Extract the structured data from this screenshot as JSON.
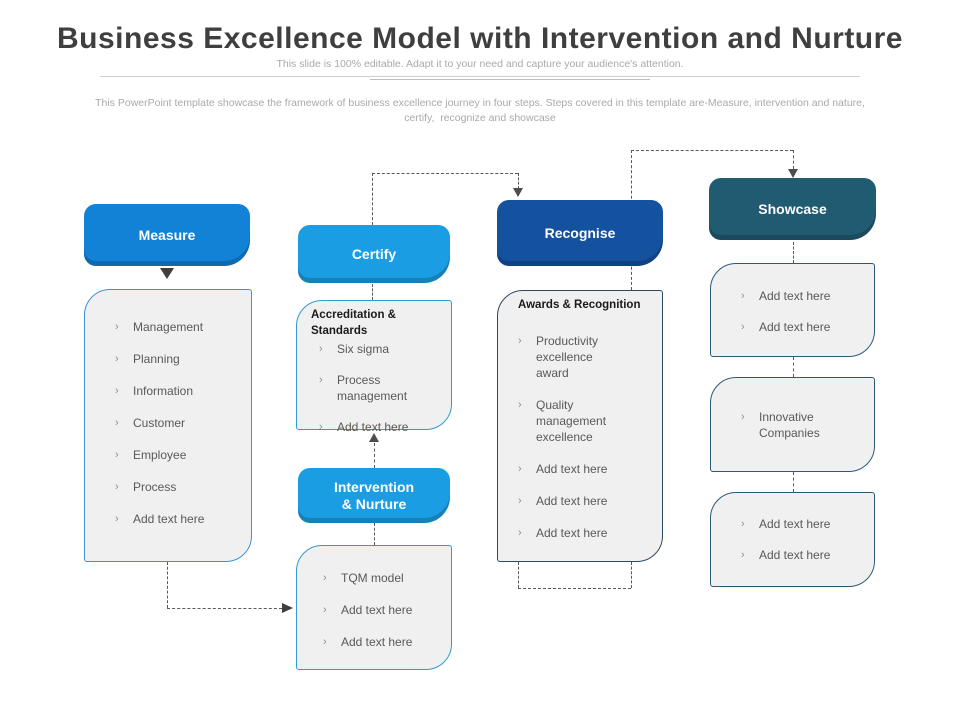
{
  "slide": {
    "title": "Business Excellence Model with Intervention and Nurture",
    "subtitle": "This slide is 100% editable. Adapt it to your need and capture your audience's attention.",
    "description_line1": "This PowerPoint template showcase the framework of business excellence journey in four steps. Steps covered in this template are-Measure, intervention and nature,",
    "description_line2": "certify,  recognize and showcase"
  },
  "bullet_char": "›",
  "colors": {
    "measure_header": "#1282D6",
    "certify_header": "#1B9DE4",
    "intervention_header": "#1B9DE4",
    "recognise_header": "#14519E",
    "showcase_header": "#215B72",
    "box_background": "#F0F0F1",
    "measure_box_border": "#3B93CF",
    "certify_box_border": "#2F9AD4",
    "awards_box_border": "#2E4A62",
    "showcase_box_border": "#2C5A74",
    "dashed_connector": "#595959",
    "title_text": "#3F3F3F",
    "muted_text": "#A9A9A9",
    "item_text": "#595959"
  },
  "measure": {
    "header": "Measure",
    "items": [
      "Management",
      "Planning",
      "Information",
      "Customer",
      "Employee",
      "Process",
      "Add text here"
    ]
  },
  "certify": {
    "header": "Certify",
    "box_title": "Accreditation & Standards",
    "items": [
      "Six sigma",
      "Process management",
      "Add text here"
    ]
  },
  "intervention": {
    "header_line1": "Intervention",
    "header_line2": "& Nurture",
    "items": [
      "TQM  model",
      "Add text here",
      "Add text here"
    ]
  },
  "recognise": {
    "header": "Recognise",
    "box_title": "Awards & Recognition",
    "items": [
      "Productivity excellence award",
      "Quality management excellence",
      "Add text here",
      "Add text here",
      "Add text here"
    ]
  },
  "showcase": {
    "header": "Showcase",
    "box1_items": [
      "Add text here",
      "Add text here"
    ],
    "box2_items": [
      "Innovative Companies"
    ],
    "box3_items": [
      "Add text here",
      "Add text here"
    ]
  }
}
